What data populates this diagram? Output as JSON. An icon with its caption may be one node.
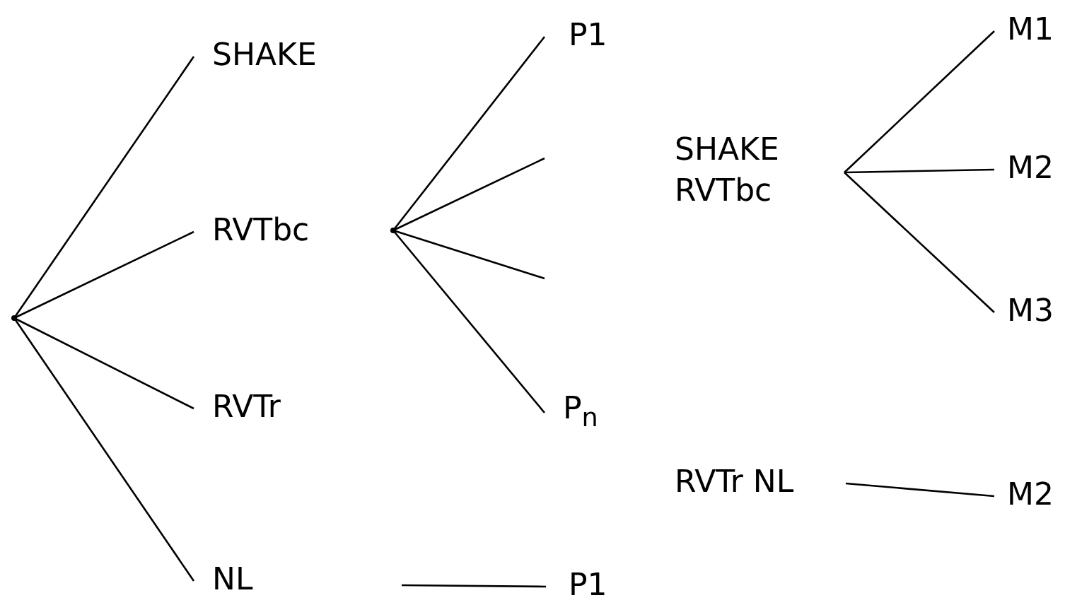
{
  "diagram": {
    "nodes": [
      {
        "text": [],
        "shape": "point"
      },
      {
        "text": [
          "SHAKE"
        ]
      },
      {
        "text": [
          "RVTbc"
        ]
      },
      {
        "text": [
          "RVTr"
        ]
      },
      {
        "text": [
          "NL"
        ]
      },
      {
        "text": [],
        "shape": "point"
      },
      {
        "text": [
          "P1"
        ]
      },
      {
        "text": [
          "P$_{n}$"
        ]
      },
      {
        "text": [
          "P1"
        ]
      },
      {
        "text": [
          "SHAKE RVTbc"
        ]
      },
      {
        "text": [
          "M1"
        ]
      },
      {
        "text": [
          "M2"
        ]
      },
      {
        "text": [
          "M3"
        ]
      },
      {
        "text": [
          "RVTr NL"
        ]
      },
      {
        "text": [
          "M2"
        ]
      }
    ],
    "edges": [
      {
        "from": 0,
        "to": 1,
        "arrow": "none"
      },
      {
        "from": 0,
        "to": 2,
        "arrow": "none"
      },
      {
        "from": 0,
        "to": 3,
        "arrow": "none"
      },
      {
        "from": 0,
        "to": 4,
        "arrow": "none"
      },
      {
        "from": 5,
        "to": 6,
        "arrow": "none"
      },
      {
        "from": 5,
        "to": null,
        "arrow": "none"
      },
      {
        "from": 5,
        "to": null,
        "arrow": "none"
      },
      {
        "from": 5,
        "to": 7,
        "arrow": "none"
      },
      {
        "from": null,
        "to": 8,
        "arrow": "none"
      },
      {
        "from": 9,
        "to": 10,
        "arrow": "none"
      },
      {
        "from": 9,
        "to": 11,
        "arrow": "none"
      },
      {
        "from": 9,
        "to": 12,
        "arrow": "none"
      },
      {
        "from": 13,
        "to": 14,
        "arrow": "none"
      }
    ]
  }
}
